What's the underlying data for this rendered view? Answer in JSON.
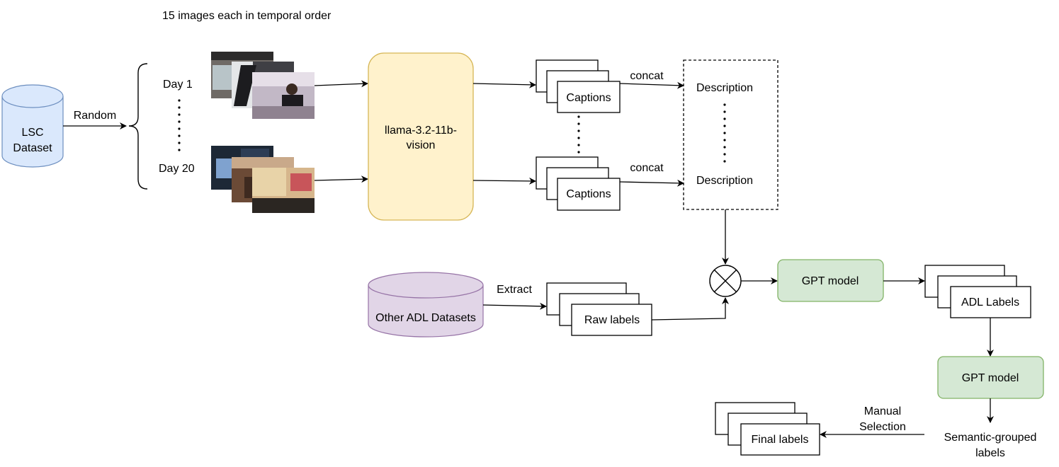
{
  "header": {
    "note": "15 images each in temporal order"
  },
  "lsc": {
    "line1": "LSC",
    "line2": "Dataset"
  },
  "random_label": "Random",
  "days": {
    "first": "Day 1",
    "last": "Day 20"
  },
  "model": {
    "line1": "llama-3.2-11b-",
    "line2": "vision"
  },
  "captions": {
    "top": "Captions",
    "bottom": "Captions"
  },
  "concat": {
    "top": "concat",
    "bottom": "concat"
  },
  "description": {
    "top": "Description",
    "bottom": "Description"
  },
  "other": {
    "label": "Other ADL Datasets"
  },
  "extract_label": "Extract",
  "raw_labels": "Raw labels",
  "gpt1": "GPT model",
  "adl_labels": "ADL Labels",
  "gpt2": "GPT model",
  "semantic": {
    "line1": "Semantic-grouped",
    "line2": "labels"
  },
  "manual": {
    "line1": "Manual",
    "line2": "Selection"
  },
  "final_labels": "Final labels",
  "colors": {
    "lsc_fill": "#dae8fc",
    "lsc_stroke": "#6c8ebf",
    "model_fill": "#fff2cc",
    "model_stroke": "#d6b656",
    "other_fill": "#e1d5e7",
    "other_stroke": "#9673a6",
    "gpt_fill": "#d5e8d4",
    "gpt_stroke": "#82b366"
  }
}
